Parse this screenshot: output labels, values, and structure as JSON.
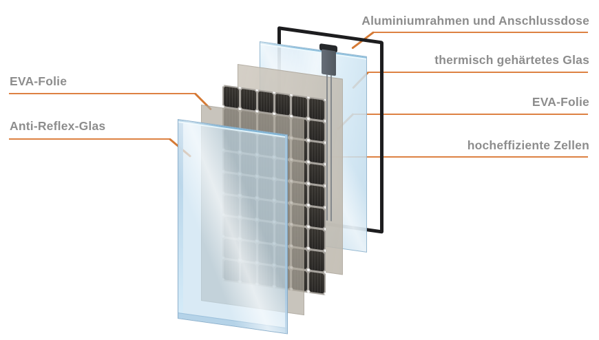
{
  "background": "#ffffff",
  "colors": {
    "accent_line": "#dd8142",
    "label_text": "#8d8d8d",
    "glass_blue": "#cde4f4",
    "eva_beige": "#c7c0b4",
    "cells_dark": "#2e2c2a",
    "frame_black": "#1d1d1f"
  },
  "labels": {
    "right": [
      {
        "text": "Aluminiumrahmen und Anschlussdose"
      },
      {
        "text": "thermisch gehärtetes Glas"
      },
      {
        "text": "EVA-Folie"
      },
      {
        "text": "hocheffiziente Zellen"
      }
    ],
    "left": [
      {
        "text": "EVA-Folie"
      },
      {
        "text": "Anti-Reflex-Glas"
      }
    ]
  }
}
